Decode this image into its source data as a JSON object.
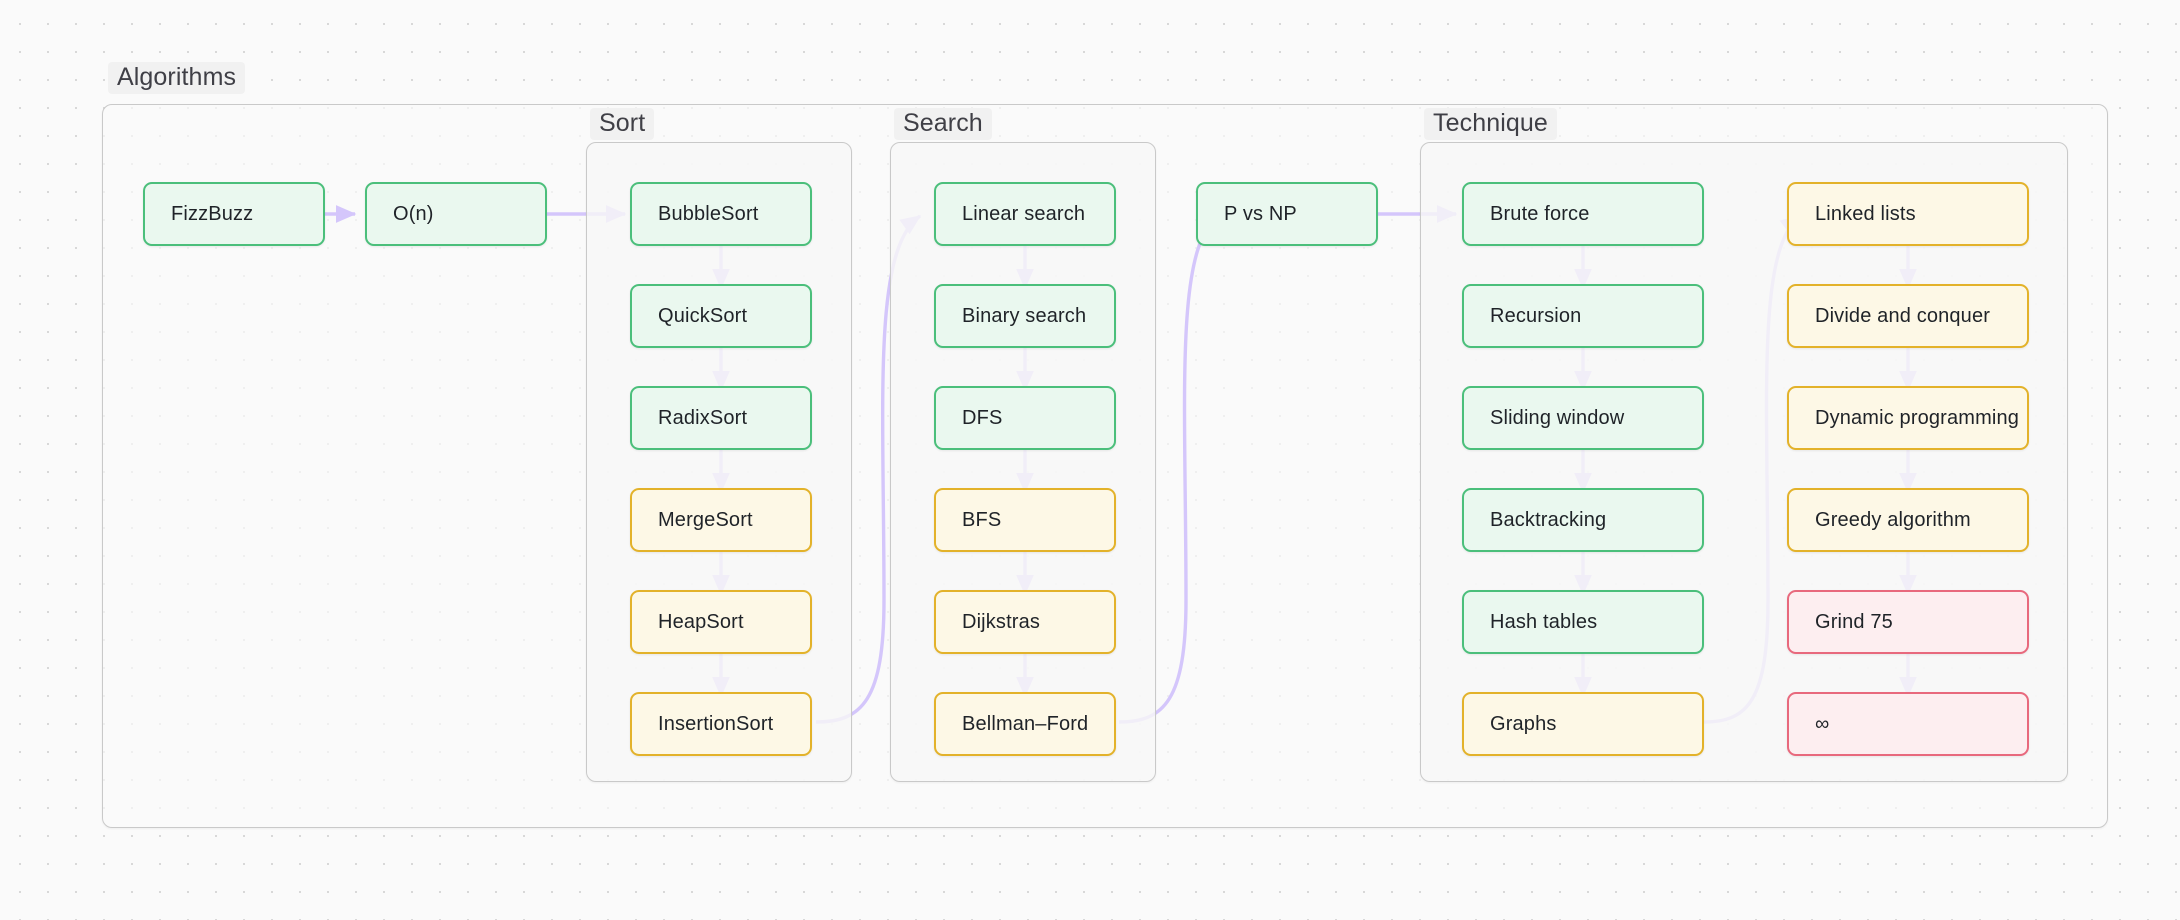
{
  "diagram": {
    "type": "flowchart",
    "title": "Algorithms",
    "accent_color": "#7c4dff",
    "node_styles": {
      "green": {
        "fill": "#eaf8ef",
        "stroke": "#4bbf7b"
      },
      "yellow": {
        "fill": "#fdf8e6",
        "stroke": "#e3b22a"
      },
      "red": {
        "fill": "#fdeef0",
        "stroke": "#e8697d"
      }
    },
    "groups": [
      {
        "id": "algorithms",
        "label": "Algorithms"
      },
      {
        "id": "sort",
        "label": "Sort"
      },
      {
        "id": "search",
        "label": "Search"
      },
      {
        "id": "technique",
        "label": "Technique"
      }
    ],
    "nodes": {
      "fizzbuzz": {
        "label": "FizzBuzz",
        "style": "green"
      },
      "on": {
        "label": "O(n)",
        "style": "green"
      },
      "bubblesort": {
        "label": "BubbleSort",
        "style": "green"
      },
      "quicksort": {
        "label": "QuickSort",
        "style": "green"
      },
      "radixsort": {
        "label": "RadixSort",
        "style": "green"
      },
      "mergesort": {
        "label": "MergeSort",
        "style": "yellow"
      },
      "heapsort": {
        "label": "HeapSort",
        "style": "yellow"
      },
      "insertionsort": {
        "label": "InsertionSort",
        "style": "yellow"
      },
      "linearsearch": {
        "label": "Linear search",
        "style": "green"
      },
      "binarysearch": {
        "label": "Binary search",
        "style": "green"
      },
      "dfs": {
        "label": "DFS",
        "style": "green"
      },
      "bfs": {
        "label": "BFS",
        "style": "yellow"
      },
      "dijkstras": {
        "label": "Dijkstras",
        "style": "yellow"
      },
      "bellmanford": {
        "label": "Bellman–Ford",
        "style": "yellow"
      },
      "pvsnp": {
        "label": "P vs NP",
        "style": "green"
      },
      "bruteforce": {
        "label": "Brute force",
        "style": "green"
      },
      "recursion": {
        "label": "Recursion",
        "style": "green"
      },
      "slidingwindow": {
        "label": "Sliding window",
        "style": "green"
      },
      "backtracking": {
        "label": "Backtracking",
        "style": "green"
      },
      "hashtables": {
        "label": "Hash tables",
        "style": "green"
      },
      "graphs": {
        "label": "Graphs",
        "style": "yellow"
      },
      "linkedlists": {
        "label": "Linked lists",
        "style": "yellow"
      },
      "divideconquer": {
        "label": "Divide and conquer",
        "style": "yellow"
      },
      "dynamicprog": {
        "label": "Dynamic programming",
        "style": "yellow"
      },
      "greedy": {
        "label": "Greedy algorithm",
        "style": "yellow"
      },
      "grind75": {
        "label": "Grind 75",
        "style": "red"
      },
      "infinity": {
        "label": "∞",
        "style": "red"
      }
    },
    "edges": [
      {
        "from": "fizzbuzz",
        "to": "on"
      },
      {
        "from": "on",
        "to": "bubblesort"
      },
      {
        "from": "bubblesort",
        "to": "quicksort"
      },
      {
        "from": "quicksort",
        "to": "radixsort"
      },
      {
        "from": "radixsort",
        "to": "mergesort"
      },
      {
        "from": "mergesort",
        "to": "heapsort"
      },
      {
        "from": "heapsort",
        "to": "insertionsort"
      },
      {
        "from": "insertionsort",
        "to": "linearsearch"
      },
      {
        "from": "linearsearch",
        "to": "binarysearch"
      },
      {
        "from": "binarysearch",
        "to": "dfs"
      },
      {
        "from": "dfs",
        "to": "bfs"
      },
      {
        "from": "bfs",
        "to": "dijkstras"
      },
      {
        "from": "dijkstras",
        "to": "bellmanford"
      },
      {
        "from": "bellmanford",
        "to": "pvsnp"
      },
      {
        "from": "pvsnp",
        "to": "bruteforce"
      },
      {
        "from": "bruteforce",
        "to": "recursion"
      },
      {
        "from": "recursion",
        "to": "slidingwindow"
      },
      {
        "from": "slidingwindow",
        "to": "backtracking"
      },
      {
        "from": "backtracking",
        "to": "hashtables"
      },
      {
        "from": "hashtables",
        "to": "graphs"
      },
      {
        "from": "graphs",
        "to": "linkedlists"
      },
      {
        "from": "linkedlists",
        "to": "divideconquer"
      },
      {
        "from": "divideconquer",
        "to": "dynamicprog"
      },
      {
        "from": "dynamicprog",
        "to": "greedy"
      },
      {
        "from": "greedy",
        "to": "grind75"
      },
      {
        "from": "grind75",
        "to": "infinity"
      }
    ]
  }
}
